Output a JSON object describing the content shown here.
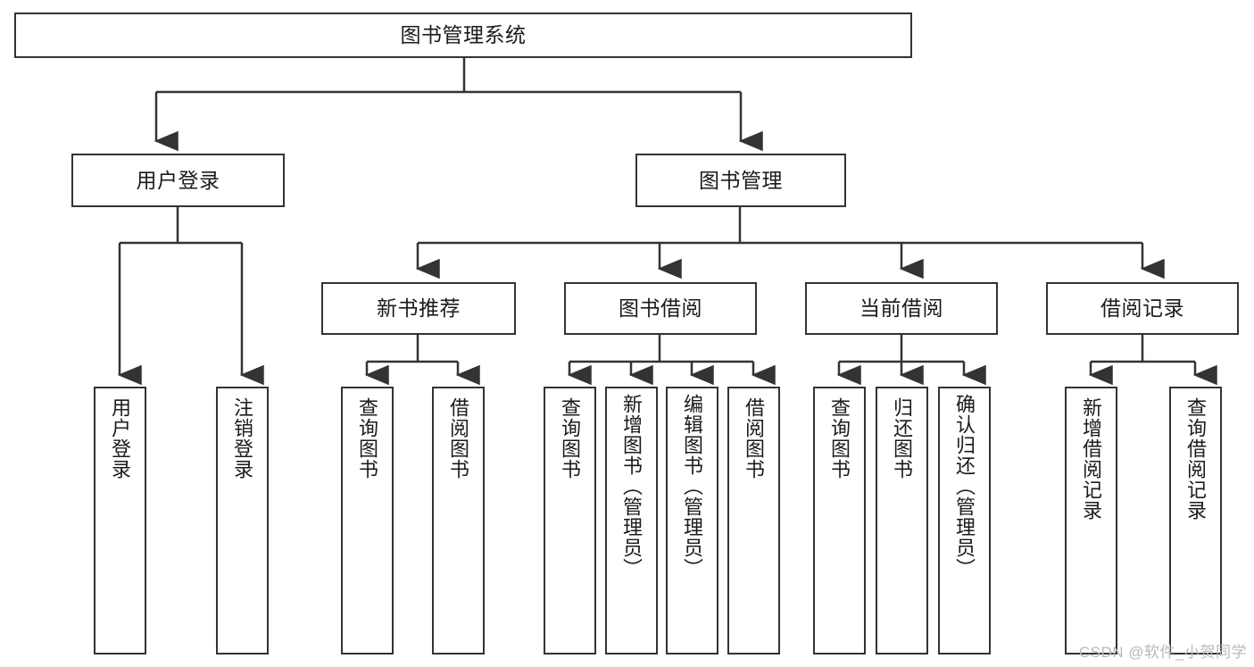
{
  "diagram": {
    "type": "hierarchy-tree",
    "title": "图书管理系统",
    "colors": {
      "stroke": "#333333",
      "fill": "#ffffff",
      "text": "#1b1b1b",
      "watermark": "#b9b9b9"
    },
    "root": {
      "label": "图书管理系统"
    },
    "level2": [
      {
        "label": "用户登录"
      },
      {
        "label": "图书管理"
      }
    ],
    "level3": [
      {
        "label": "新书推荐"
      },
      {
        "label": "图书借阅"
      },
      {
        "label": "当前借阅"
      },
      {
        "label": "借阅记录"
      }
    ],
    "leaves": {
      "user_login": [
        {
          "label": "用户登录"
        },
        {
          "label": "注销登录"
        }
      ],
      "new_book_recommend": [
        {
          "label": "查询图书"
        },
        {
          "label": "借阅图书"
        }
      ],
      "book_borrow": [
        {
          "label": "查询图书"
        },
        {
          "label": "新增图书（管理员）"
        },
        {
          "label": "编辑图书（管理员）"
        },
        {
          "label": "借阅图书"
        }
      ],
      "current_borrow": [
        {
          "label": "查询图书"
        },
        {
          "label": "归还图书"
        },
        {
          "label": "确认归还（管理员）"
        }
      ],
      "borrow_record": [
        {
          "label": "新增借阅记录"
        },
        {
          "label": "查询借阅记录"
        }
      ]
    }
  },
  "watermark": {
    "text": "CSDN @软件_小贺同学"
  }
}
